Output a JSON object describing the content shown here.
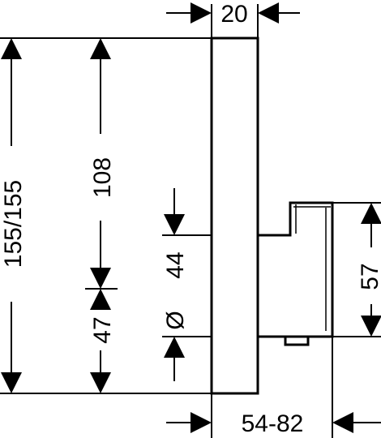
{
  "dimensions": {
    "top_width": "20",
    "total_height": "155/155",
    "upper_height": "108",
    "lower_height": "47",
    "diameter_symbol": "Ø",
    "diameter": "44",
    "body_height": "57",
    "bottom_depth": "54-82"
  },
  "colors": {
    "line": "#000000",
    "background": "#ffffff"
  }
}
